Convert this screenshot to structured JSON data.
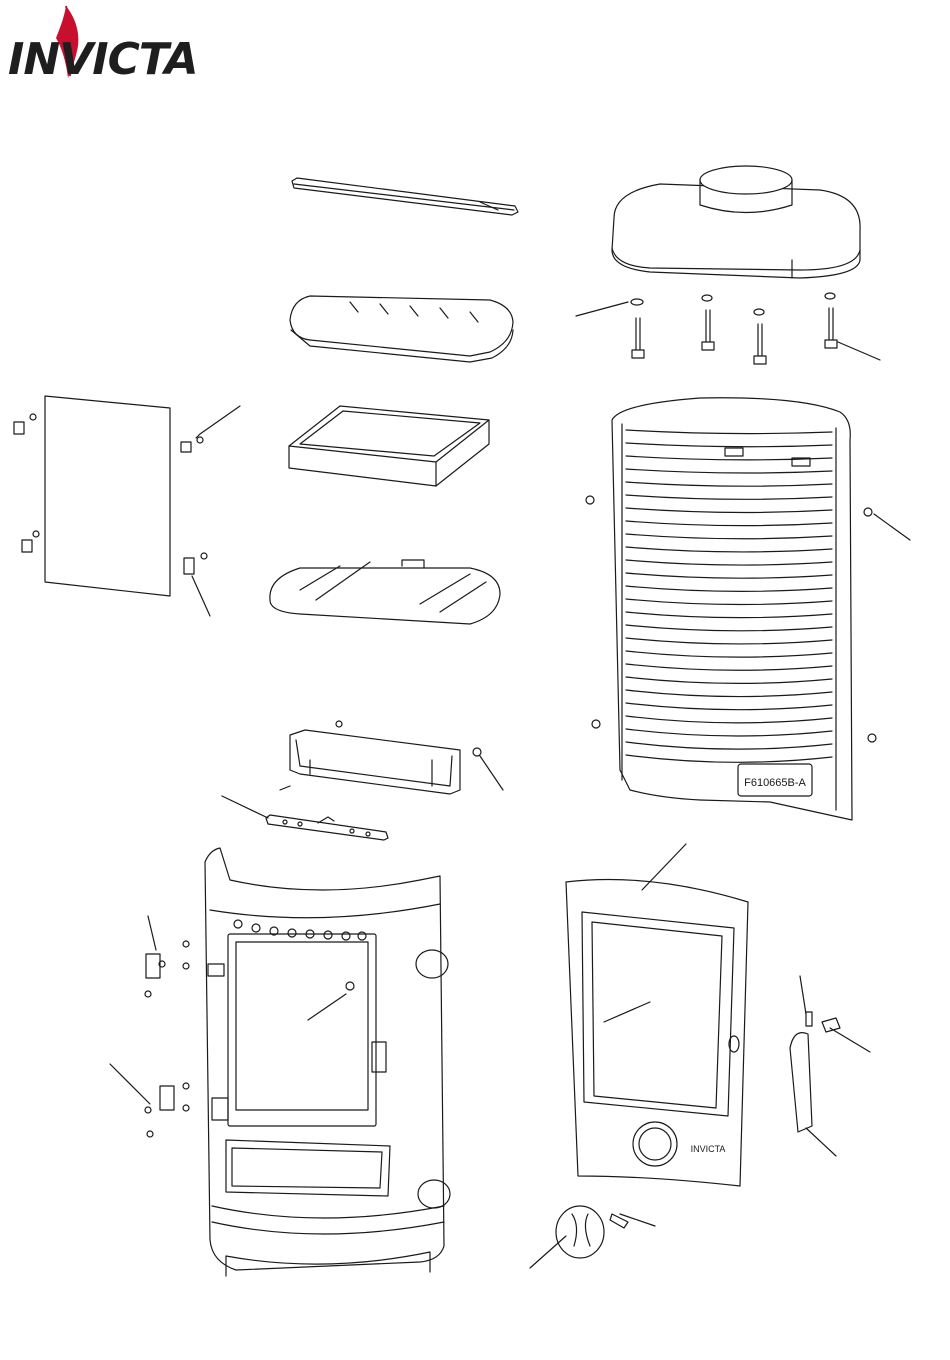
{
  "logo": {
    "brand_text": "INVICTA",
    "accent_color": "#c8102e",
    "ink_color": "#1e1e1e"
  },
  "diagram": {
    "line_color": "#1a1a1a",
    "fill_color": "#ffffff",
    "shade_color": "#e8e8e8",
    "back_panel_marking": "F610665B-A",
    "door_marking": "INVICTA"
  }
}
